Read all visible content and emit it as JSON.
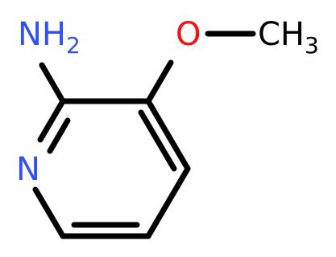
{
  "molecule": {
    "atoms": {
      "amine": {
        "main": "NH",
        "sub": "2",
        "color": "#3050F8"
      },
      "ring_nitrogen": {
        "main": "N",
        "color": "#3050F8"
      },
      "oxygen": {
        "main": "O",
        "color": "#FF0D0D"
      },
      "methyl": {
        "main": "CH",
        "sub": "3",
        "color": "#000000"
      }
    },
    "bond_color": "#000000"
  }
}
